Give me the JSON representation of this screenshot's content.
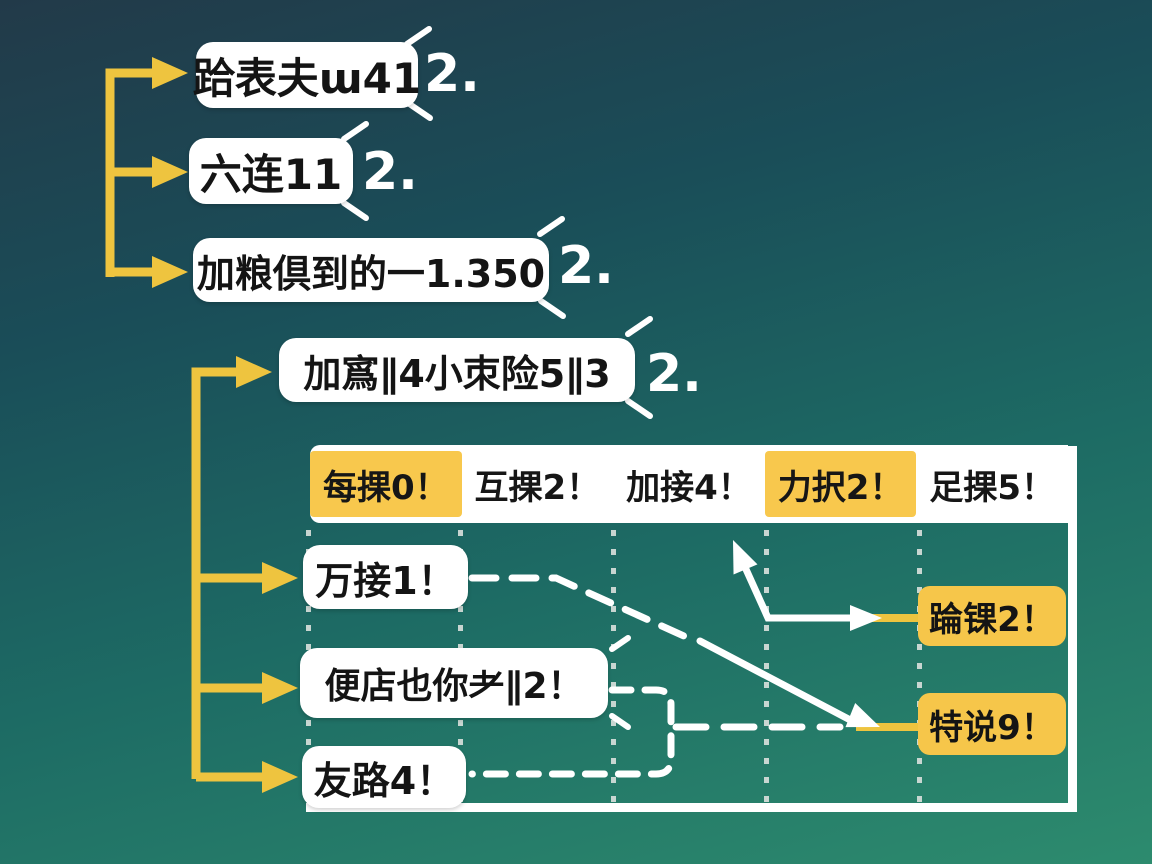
{
  "colors": {
    "background_top": "#223a49",
    "background_bottom": "#2d8b6e",
    "accent_yellow": "#eec43f",
    "highlight_yellow": "#f8c84d",
    "node_white": "#ffffff",
    "text_black": "#141414",
    "text_white": "#ffffff",
    "dot_separator_gray": "#d6deda"
  },
  "callouts": [
    {
      "label": "跲表夫ɯ41",
      "badge": "2."
    },
    {
      "label": "六连11",
      "badge": "2."
    },
    {
      "label": "加粮倶到的一1.350",
      "badge": "2."
    },
    {
      "label": "加寪∥4小朿险5∥3",
      "badge": "2."
    }
  ],
  "table": {
    "header_cells": [
      {
        "label": "每捰0！",
        "highlighted": true
      },
      {
        "label": "互捰2！",
        "highlighted": false
      },
      {
        "label": "加接4！",
        "highlighted": false
      },
      {
        "label": "力択2！",
        "highlighted": true
      },
      {
        "label": "足捰5！",
        "highlighted": false
      }
    ],
    "row_items": [
      {
        "label": "万接1！"
      },
      {
        "label": "便店也你耂∥2！"
      },
      {
        "label": "友路4！"
      }
    ],
    "result_items": [
      {
        "label": "踚锞2！"
      },
      {
        "label": "特说9！"
      }
    ]
  }
}
